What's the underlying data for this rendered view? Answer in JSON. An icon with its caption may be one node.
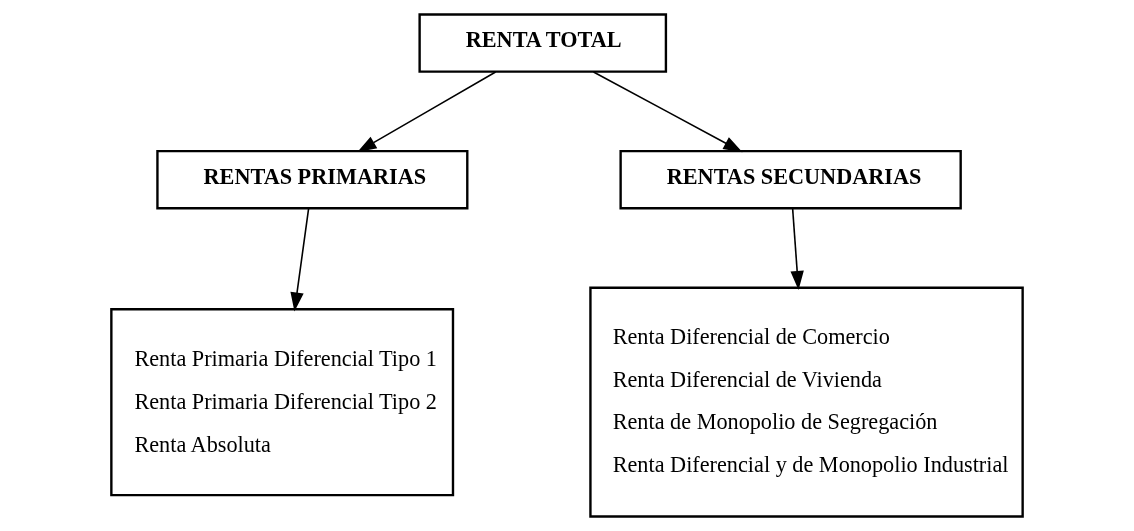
{
  "diagram": {
    "nodes": [
      {
        "text": [
          "RENTA TOTAL"
        ]
      },
      {
        "text": [
          "RENTAS PRIMARIAS"
        ]
      },
      {
        "text": [
          "RENTAS SECUNDARIAS"
        ]
      },
      {
        "text": [
          "Renta Primaria Diferencial Tipo 1",
          "Renta Primaria Diferencial Tipo 2",
          "Renta Absoluta"
        ]
      },
      {
        "text": [
          "Renta Diferencial de Comercio",
          "Renta Diferencial de Vivienda",
          "Renta de Monopolio de Segregación",
          "Renta Diferencial y de Monopolio Industrial"
        ]
      }
    ],
    "edges": [
      {
        "from": 0,
        "to": 1,
        "arrow": "to"
      },
      {
        "from": 0,
        "to": 2,
        "arrow": "to"
      },
      {
        "from": 1,
        "to": 3,
        "arrow": "to"
      },
      {
        "from": 2,
        "to": 4,
        "arrow": "to"
      }
    ]
  }
}
